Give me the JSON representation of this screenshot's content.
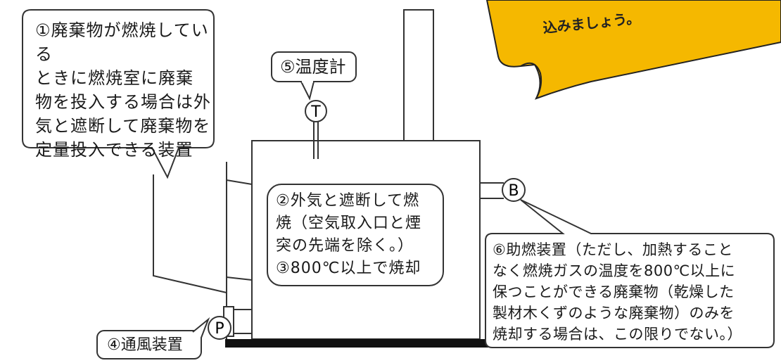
{
  "callouts": {
    "feeder_device": "①廃棄物が燃焼している\nときに燃焼室に廃棄\n物を投入する場合は外\n気と遮断して廃棄物を\n定量投入できる装置",
    "thermometer": "⑤温度計",
    "chamber": "②外気と遮断して燃\n焼（空気取入口と煙\n突の先端を除く。）\n③800℃以上で焼却",
    "blower": "④通風装置",
    "burner": "⑥助燃装置（ただし、加熱すること\nなく燃焼ガスの温度を800℃以上に\n保つことができる廃棄物（乾燥した\n製材木くずのような廃棄物）のみを\n焼却する場合は、この限りでない。）"
  },
  "symbols": {
    "thermometer_letter": "T",
    "burner_letter": "B",
    "blower_letter": "P"
  },
  "banner": {
    "line_partial": "込みましょう。",
    "color": "#F5B800"
  },
  "colors": {
    "line": "#333333",
    "ground": "#111111",
    "banner_fill": "#F5B800"
  }
}
